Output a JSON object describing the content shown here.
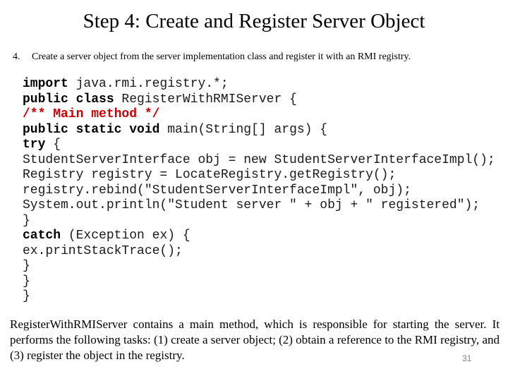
{
  "slide": {
    "title": "Step 4: Create and Register Server Object",
    "list_item": {
      "number": "4.",
      "text": "Create a server object from the server implementation class and register it with an RMI registry."
    },
    "code": {
      "comment_color": "#cc0000",
      "lines": [
        [
          {
            "t": "import",
            "c": "kw"
          },
          {
            "t": " java.rmi.registry.*;",
            "c": "plain"
          }
        ],
        [
          {
            "t": "public class",
            "c": "kw"
          },
          {
            "t": " RegisterWithRMIServer {",
            "c": "plain"
          }
        ],
        [
          {
            "t": "/** Main method */",
            "c": "red"
          }
        ],
        [
          {
            "t": "public static void",
            "c": "kw"
          },
          {
            "t": " main(String[] args) {",
            "c": "plain"
          }
        ],
        [
          {
            "t": "try",
            "c": "kw"
          },
          {
            "t": " {",
            "c": "plain"
          }
        ],
        [
          {
            "t": "StudentServerInterface obj = new StudentServerInterfaceImpl();",
            "c": "plain"
          }
        ],
        [
          {
            "t": "Registry registry = LocateRegistry.getRegistry();",
            "c": "plain"
          }
        ],
        [
          {
            "t": "registry.rebind(\"StudentServerInterfaceImpl\", obj);",
            "c": "plain"
          }
        ],
        [
          {
            "t": "System.out.println(\"Student server \" + obj + \" registered\");",
            "c": "plain"
          }
        ],
        [
          {
            "t": "}",
            "c": "plain"
          }
        ],
        [
          {
            "t": "catch",
            "c": "kw"
          },
          {
            "t": " (Exception ex) {",
            "c": "plain"
          }
        ],
        [
          {
            "t": "ex.printStackTrace();",
            "c": "plain"
          }
        ],
        [
          {
            "t": "}",
            "c": "plain"
          }
        ],
        [
          {
            "t": "}",
            "c": "plain"
          }
        ],
        [
          {
            "t": "}",
            "c": "plain"
          }
        ]
      ]
    },
    "footer": "RegisterWithRMIServer contains a main method, which is responsible for starting the server. It performs the following tasks: (1) create a server object; (2) obtain a reference to the RMI registry, and (3) register the object in the registry.",
    "page_number": "31",
    "colors": {
      "background": "#ffffff",
      "text": "#000000",
      "comment_red": "#cc0000",
      "page_number_gray": "#808080"
    }
  }
}
